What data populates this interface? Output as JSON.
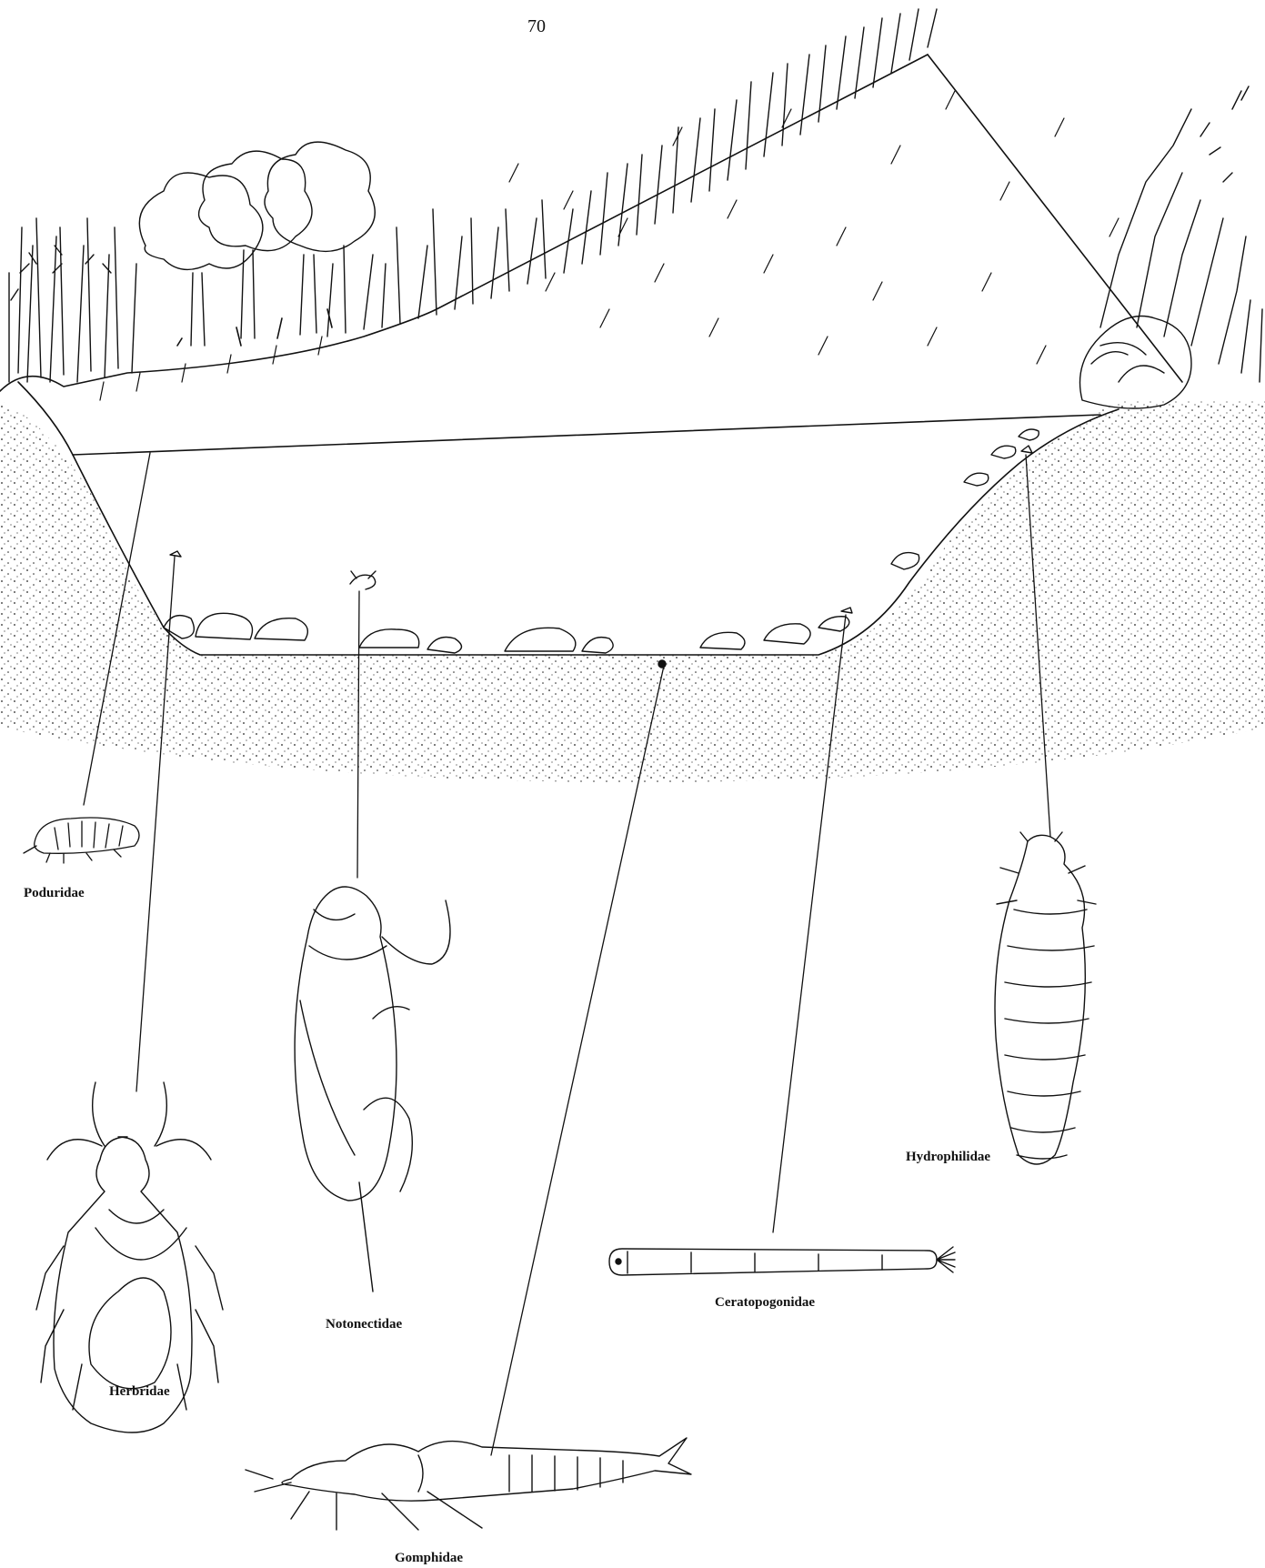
{
  "page": {
    "number": "70"
  },
  "labels": {
    "poduridae": "Poduridae",
    "herbridae": "Herbridae",
    "notonectidae": "Notonectidae",
    "gomphidae": "Gomphidae",
    "ceratopogonidae": "Ceratopogonidae",
    "hydrophilidae": "Hydrophilidae"
  },
  "colors": {
    "ink": "#111111",
    "paper": "#ffffff"
  }
}
